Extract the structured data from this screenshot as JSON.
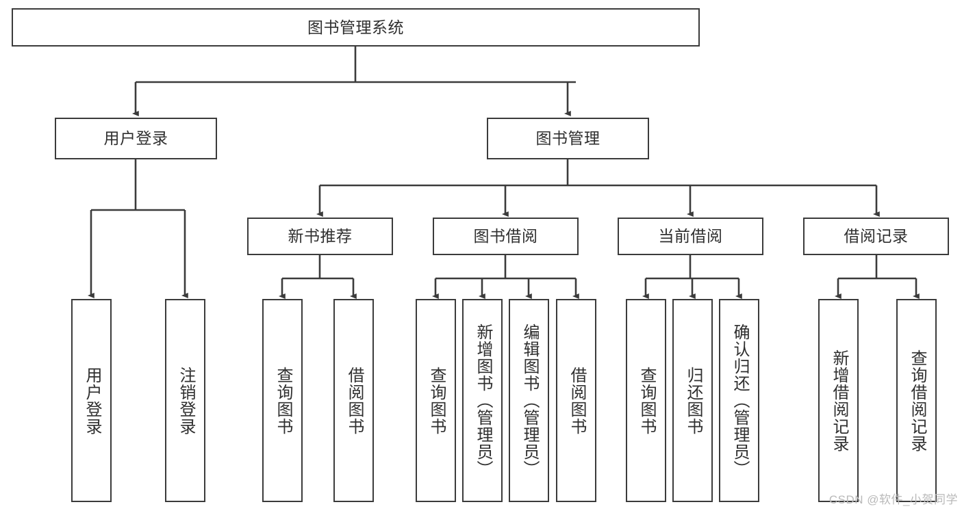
{
  "diagram": {
    "title": "图书管理系统",
    "type": "tree-hierarchy-chart",
    "root": {
      "label": "图书管理系统"
    },
    "level2": [
      {
        "label": "用户登录"
      },
      {
        "label": "图书管理"
      }
    ],
    "level3": [
      {
        "label": "新书推荐"
      },
      {
        "label": "图书借阅"
      },
      {
        "label": "当前借阅"
      },
      {
        "label": "借阅记录"
      }
    ],
    "leaves": {
      "user_login": [
        {
          "label": "用户登录"
        },
        {
          "label": "注销登录"
        }
      ],
      "new_book_recommend": [
        {
          "label": "查询图书"
        },
        {
          "label": "借阅图书"
        }
      ],
      "book_borrow": [
        {
          "label": "查询图书"
        },
        {
          "label": "新增图书（管理员）"
        },
        {
          "label": "编辑图书（管理员）"
        },
        {
          "label": "借阅图书"
        }
      ],
      "current_borrow": [
        {
          "label": "查询图书"
        },
        {
          "label": "归还图书"
        },
        {
          "label": "确认归还（管理员）"
        }
      ],
      "borrow_record": [
        {
          "label": "新增借阅记录"
        },
        {
          "label": "查询借阅记录"
        }
      ]
    }
  },
  "watermark": {
    "text": "CSDN @软件_小贺同学"
  },
  "colors": {
    "box_border": "#3b3b3b",
    "box_fill": "#ffffff",
    "text": "#2f2f2f",
    "connector": "#3b3b3b",
    "watermark": "#b9b9b9",
    "background": "#ffffff"
  }
}
